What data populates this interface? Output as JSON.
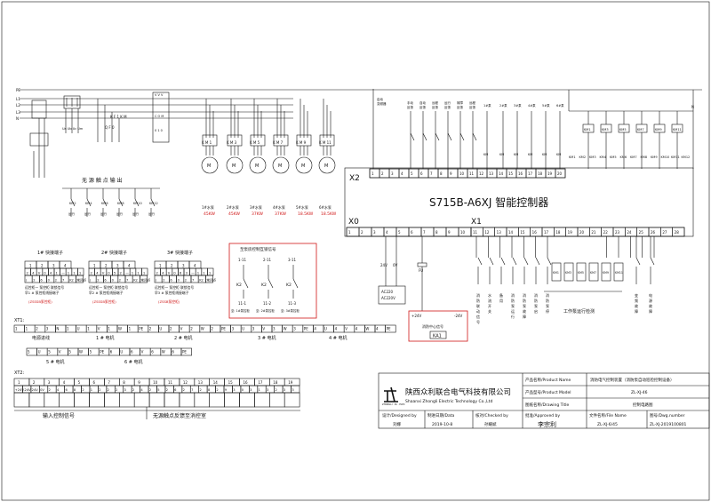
{
  "controller": {
    "title": "S715B-A6XJ 智能控制器",
    "port_x2": "X2",
    "port_x0": "X0",
    "port_x1": "X1"
  },
  "top_labels": {
    "bus": [
      "L1",
      "L2",
      "L3",
      "N"
    ],
    "input_signals": [
      "启动\n反馈",
      "手动\n反馈",
      "自动\n反馈",
      "远程\n反馈",
      "运行\n反馈",
      "故障\n反馈",
      "远程\n反馈"
    ],
    "pump_signals": [
      "备用",
      "1#泵",
      "2#泵",
      "3#泵",
      "4#泵",
      "5#泵",
      "6#泵"
    ],
    "km_labels": [
      "KM1",
      "KM3",
      "KM5",
      "KM7",
      "KM9",
      "KM11"
    ],
    "km_bottom": [
      "KM1",
      "KM2",
      "KM3",
      "KM4",
      "KM5",
      "KM6",
      "KM7",
      "KM8",
      "KM9",
      "KM10",
      "KM11",
      "KM12"
    ],
    "passive_output": "无 源 触 点 输 出"
  },
  "motors": [
    {
      "label": "1#水泵",
      "power": "45KW"
    },
    {
      "label": "2#水泵",
      "power": "45KW"
    },
    {
      "label": "3#水泵",
      "power": "37KW"
    },
    {
      "label": "4#水泵",
      "power": "37KW"
    },
    {
      "label": "5#水泵",
      "power": "18.5KW"
    },
    {
      "label": "6#水泵",
      "power": "18.5KW"
    }
  ],
  "quick_terminals": [
    {
      "title": "1# 快接端子",
      "row1": [
        "1",
        "2",
        "3",
        "4"
      ],
      "row2": [
        "2",
        "4",
        "V",
        "0",
        "4",
        "1",
        "—",
        "1",
        "1",
        "1"
      ],
      "row3": [
        "(",
        "2",
        "6",
        "0",
        "2",
        "7",
        "K2",
        "常闭点"
      ],
      "note1": "远控柜一 泵控柜 联锁信号",
      "note2": "早1 # 泵控柜线接端子",
      "note3": "(ZSSSB泵控柜)"
    },
    {
      "title": "2# 快接端子",
      "row1": [
        "1",
        "2",
        "3",
        "4"
      ],
      "row2": [
        "2",
        "4",
        "V",
        "0",
        "5",
        "2",
        "—",
        "1",
        "1",
        "1"
      ],
      "row3": [
        "(",
        "2",
        "6",
        "0",
        "2",
        "7",
        "K2",
        "常闭点"
      ],
      "note1": "远控柜一 泵控柜 联锁信号",
      "note2": "早2 # 泵控柜线接端子",
      "note3": "(ZSSSB泵控柜)"
    },
    {
      "title": "3# 快接端子",
      "row1": [
        "1",
        "2",
        "3",
        "4"
      ],
      "row2": [
        "2",
        "4",
        "V",
        "0",
        "6",
        "3",
        "—",
        "1",
        "1",
        "1"
      ],
      "row3": [
        "(",
        "2",
        "6",
        "0",
        "2",
        "7",
        "K2",
        "常闭点"
      ],
      "note1": "远控柜一 泵控柜 联锁信号",
      "note2": "早3 # 泵控柜线接端子",
      "note3": "(ZSSB泵控柜)"
    }
  ],
  "interlock_box": {
    "title": "至泵房控制互锁信号",
    "cols": [
      "1-11",
      "2-11",
      "3-11"
    ],
    "relays": [
      "K2",
      "K2",
      "K2"
    ],
    "bottom": [
      "11-1",
      "11-2",
      "11-3"
    ],
    "notes": [
      "至: 1#泵控柜",
      "至: 2#泵控柜",
      "至: 3#泵控柜"
    ]
  },
  "xt1": {
    "label": "XT1:",
    "row_a": [
      "1",
      "1",
      "2",
      "3",
      "N",
      "1",
      "U",
      "1",
      "V",
      "1",
      "W",
      "1",
      "PE",
      "2",
      "U",
      "2",
      "V",
      "2",
      "W",
      "2",
      "PE",
      "3",
      "U",
      "3",
      "V",
      "3",
      "W",
      "3",
      "PE",
      "4",
      "U",
      "4",
      "V",
      "4",
      "W",
      "4",
      "PE"
    ],
    "row_a_labels": [
      "电源进线",
      "1 # 电机",
      "2 # 电机",
      "3 # 电机",
      "4 # 电机"
    ],
    "row_b": [
      "5",
      "U",
      "5",
      "V",
      "5",
      "W",
      "5",
      "PE",
      "6",
      "U",
      "6",
      "V",
      "6",
      "W",
      "6",
      "PE"
    ],
    "row_b_labels": [
      "5 # 电机",
      "6 # 电机"
    ]
  },
  "xt2": {
    "label": "XT2:",
    "row1": [
      "1",
      "2",
      "3",
      "4",
      "5",
      "6",
      "7",
      "8",
      "9",
      "10",
      "11",
      "12",
      "13",
      "14",
      "15",
      "16",
      "17",
      "18",
      "19"
    ],
    "row2": [
      "+24V",
      "-24V",
      "24V",
      "0V",
      "2",
      "4",
      "6",
      "8",
      "2",
      "1",
      "2",
      "2",
      "2",
      "3",
      "2",
      "4",
      "2",
      "5",
      "2",
      "6",
      "2",
      "7",
      "2",
      "8",
      "2",
      "9",
      "3",
      "0",
      "3",
      "1",
      "3",
      "2",
      "3",
      "3"
    ],
    "group_left": "输入控制信号",
    "group_right": "无源触点反馈至消控室"
  },
  "right_block": {
    "output_label": "工作泵运行检测",
    "x1_terminals": [
      "11",
      "12",
      "13",
      "14",
      "15",
      "16",
      "17",
      "18",
      "19",
      "20",
      "21",
      "22",
      "23",
      "24",
      "25",
      "26",
      "27",
      "28"
    ],
    "x0_terminals": [
      "1",
      "2",
      "3",
      "4",
      "5",
      "6",
      "7",
      "8",
      "9",
      "10"
    ],
    "x2_terminals": [
      "1",
      "2",
      "3",
      "4",
      "5",
      "6",
      "7",
      "8",
      "9",
      "10",
      "11",
      "12",
      "13",
      "14",
      "15",
      "16",
      "17",
      "18",
      "19",
      "20"
    ],
    "vertical_signals": [
      "消防联动信号",
      "水流开关",
      "备用",
      "消防泵运行",
      "消防泵故障",
      "消防泵启",
      "消防泵停"
    ],
    "right_signals": [
      "变频故障",
      "电源故障"
    ],
    "power_box": [
      "AC220",
      "AC220V"
    ],
    "ka1_box": "KA1",
    "signal_box_text": "消防中心信号",
    "voltages": [
      "+24V",
      "-24V"
    ],
    "fu": "FU"
  },
  "title_block": {
    "company_cn": "陕西众利联合电气科技有限公司",
    "company_en": "Shaanxi Zhongli Electric Technology Co.,Ltd",
    "product_name_label": "产品名称/Product Name",
    "product_name": "消防电气控制装置（消防泵自动巡检控制设备）",
    "product_model_label": "产品型号/Product Model",
    "product_model": "ZL-XJ-46",
    "drawing_title_label": "图纸名称/Drawing Title",
    "drawing_title": "控制电路图",
    "designed_label": "设计/Designed by",
    "designed": "刘娜",
    "date_label": "制进日期/Data",
    "date": "2019-10-8",
    "checked_label": "核对/Checked by",
    "checked": "孙耀斌",
    "approved_label": "批准/Approved by",
    "approved": "李宗利",
    "file_label": "文件名称/File Name",
    "file": "ZL-XJ-6/45",
    "dwg_label": "图号/Dwg.number",
    "dwg": "ZL-XJ-2019100801"
  }
}
